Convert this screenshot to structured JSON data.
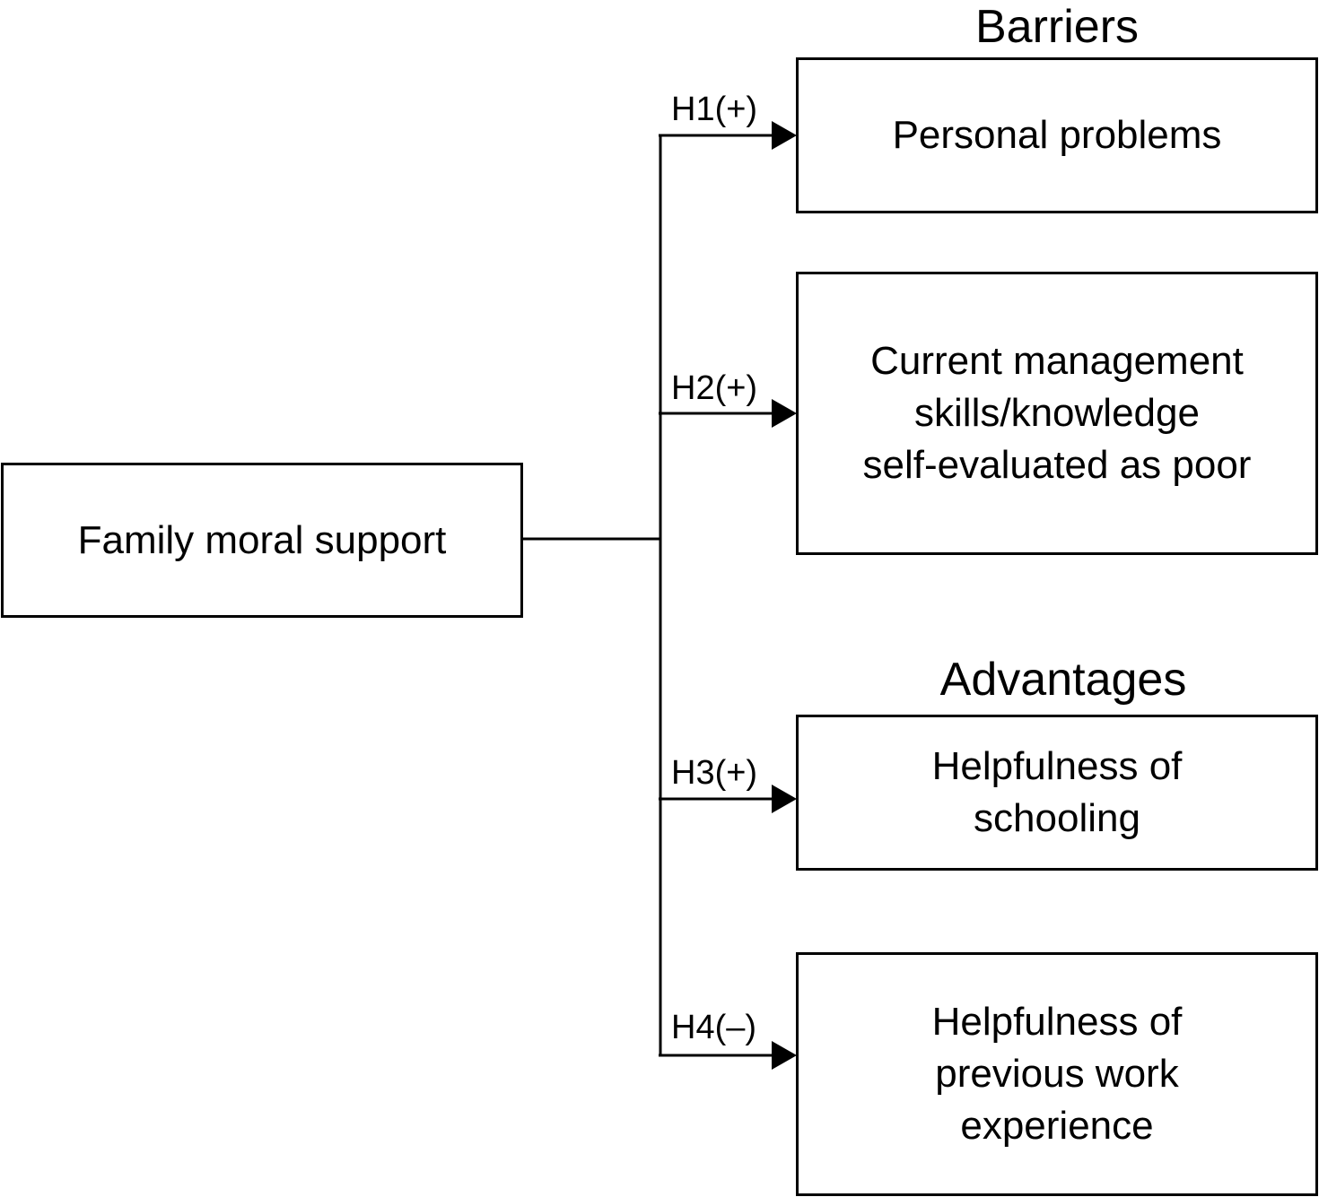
{
  "diagram": {
    "source": {
      "label": "Family moral support"
    },
    "groups": [
      {
        "heading": "Barriers",
        "outcomes": [
          {
            "hypothesis": "H1(+)",
            "label": "Personal problems"
          },
          {
            "hypothesis": "H2(+)",
            "label": "Current management\nskills/knowledge\nself-evaluated as poor"
          }
        ]
      },
      {
        "heading": "Advantages",
        "outcomes": [
          {
            "hypothesis": "H3(+)",
            "label": "Helpfulness of\nschooling"
          },
          {
            "hypothesis": "H4(–)",
            "label": "Helpfulness of\nprevious work\nexperience"
          }
        ]
      }
    ]
  }
}
